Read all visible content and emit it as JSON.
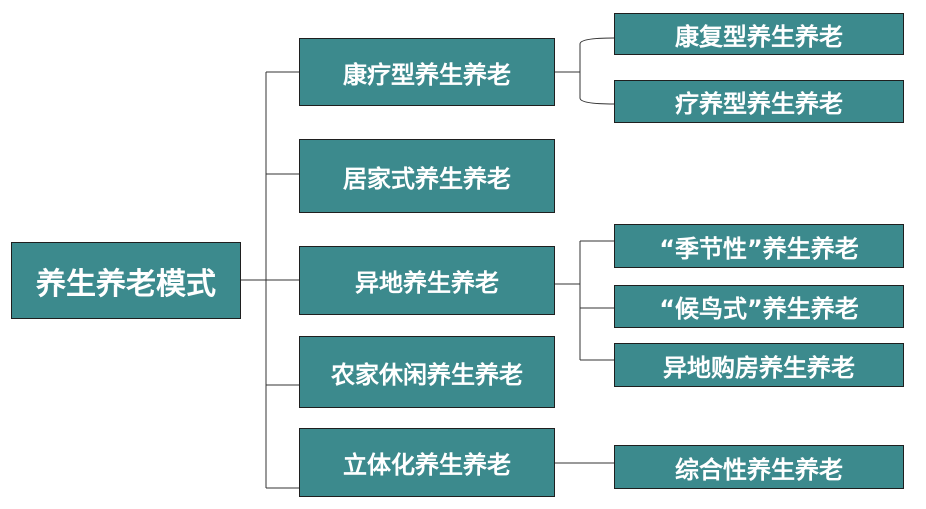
{
  "diagram": {
    "root": "养生养老模式",
    "branches": [
      {
        "label": "康疗型养生养老",
        "children": [
          "康复型养生养老",
          "疗养型养生养老"
        ]
      },
      {
        "label": "居家式养生养老",
        "children": []
      },
      {
        "label": "异地养生养老",
        "children": [
          "“季节性”养生养老",
          "“候鸟式”养生养老",
          "异地购房养生养老"
        ]
      },
      {
        "label": "农家休闲养生养老",
        "children": []
      },
      {
        "label": "立体化养生养老",
        "children": [
          "综合性养生养老"
        ]
      }
    ]
  },
  "colors": {
    "box_fill": "#3c8a8d",
    "box_text": "#ffffff",
    "connector": "#333333"
  }
}
